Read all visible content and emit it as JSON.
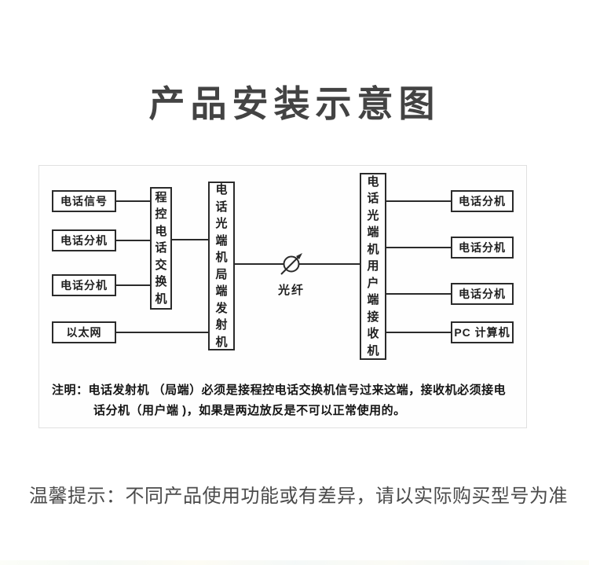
{
  "page": {
    "title": "产品安装示意图",
    "tip": "温馨提示：不同产品使用功能或有差异，请以实际购买型号为准"
  },
  "diagram": {
    "left_inputs": [
      "电话信号",
      "电话分机",
      "电话分机",
      "以太网"
    ],
    "exchange": "程控电话交换机",
    "transmitter": "电话光端机局端发射机",
    "fiber_label": "光纤",
    "receiver": "电话光端机用户端接收机",
    "right_outputs": [
      "电话分机",
      "电话分机",
      "电话分机",
      "PC 计算机"
    ],
    "note_line1": "注明：电话发射机 （局端）必须是接程控电话交换机信号过来这端，接收机必须接电",
    "note_line2": "话分机（用户端 )，如果是两边放反是不可以正常使用的。",
    "line_color": "#2b2b2b"
  }
}
